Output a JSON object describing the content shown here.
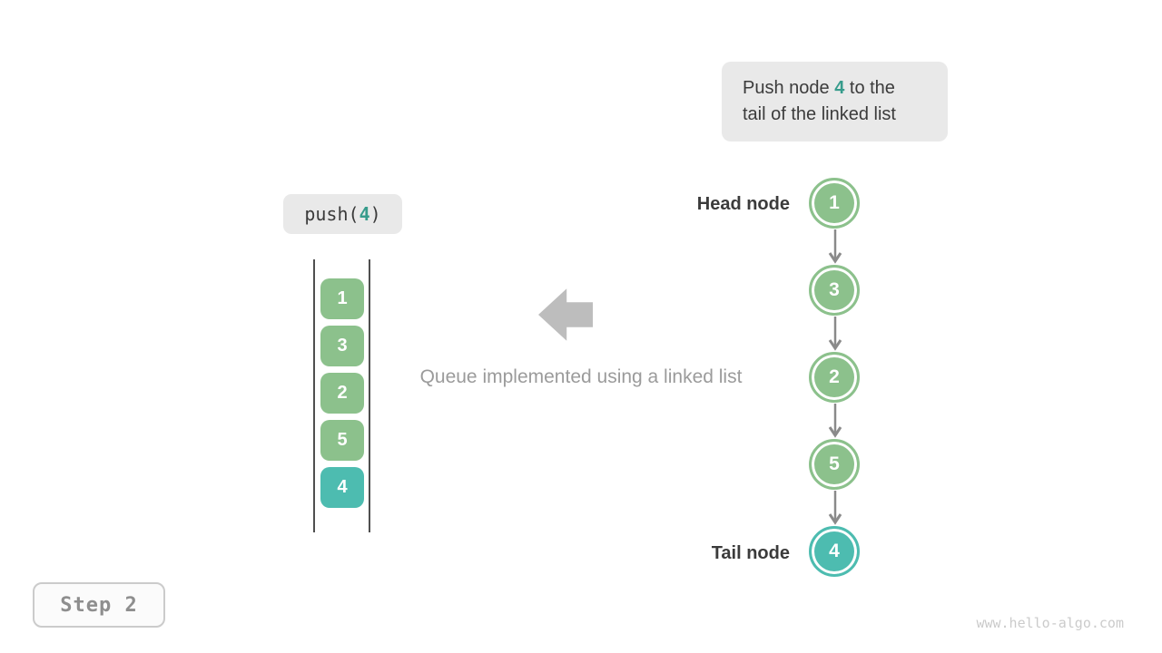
{
  "callout": {
    "line1_before": "Push node ",
    "line1_accent": "4",
    "line1_after": " to the",
    "line2": "tail of the linked list"
  },
  "push_label": {
    "before": "push(",
    "accent": "4",
    "after": ")"
  },
  "queue": {
    "items": [
      {
        "value": "1",
        "color": "green"
      },
      {
        "value": "3",
        "color": "green"
      },
      {
        "value": "2",
        "color": "green"
      },
      {
        "value": "5",
        "color": "green"
      },
      {
        "value": "4",
        "color": "teal"
      }
    ]
  },
  "caption": "Queue implemented using a linked list",
  "linked_list": {
    "head_label": "Head node",
    "tail_label": "Tail node",
    "nodes": [
      {
        "value": "1",
        "color": "green"
      },
      {
        "value": "3",
        "color": "green"
      },
      {
        "value": "2",
        "color": "green"
      },
      {
        "value": "5",
        "color": "green"
      },
      {
        "value": "4",
        "color": "teal"
      }
    ]
  },
  "step": {
    "label": "Step 2"
  },
  "watermark": "www.hello-algo.com",
  "colors": {
    "green": "#8CC18C",
    "teal": "#4DBCB0",
    "accent_text": "#379C8C",
    "box_bg": "#E9E9E9",
    "text_dark": "#3B3B3B",
    "caption_gray": "#9B9B9B",
    "arrow_gray": "#BDBDBD",
    "connector_gray": "#8A8A8A",
    "wall_color": "#4F4F4F",
    "step_text": "#8E8E8E",
    "step_border": "#CBCBCB",
    "watermark_gray": "#CBCBCB"
  }
}
